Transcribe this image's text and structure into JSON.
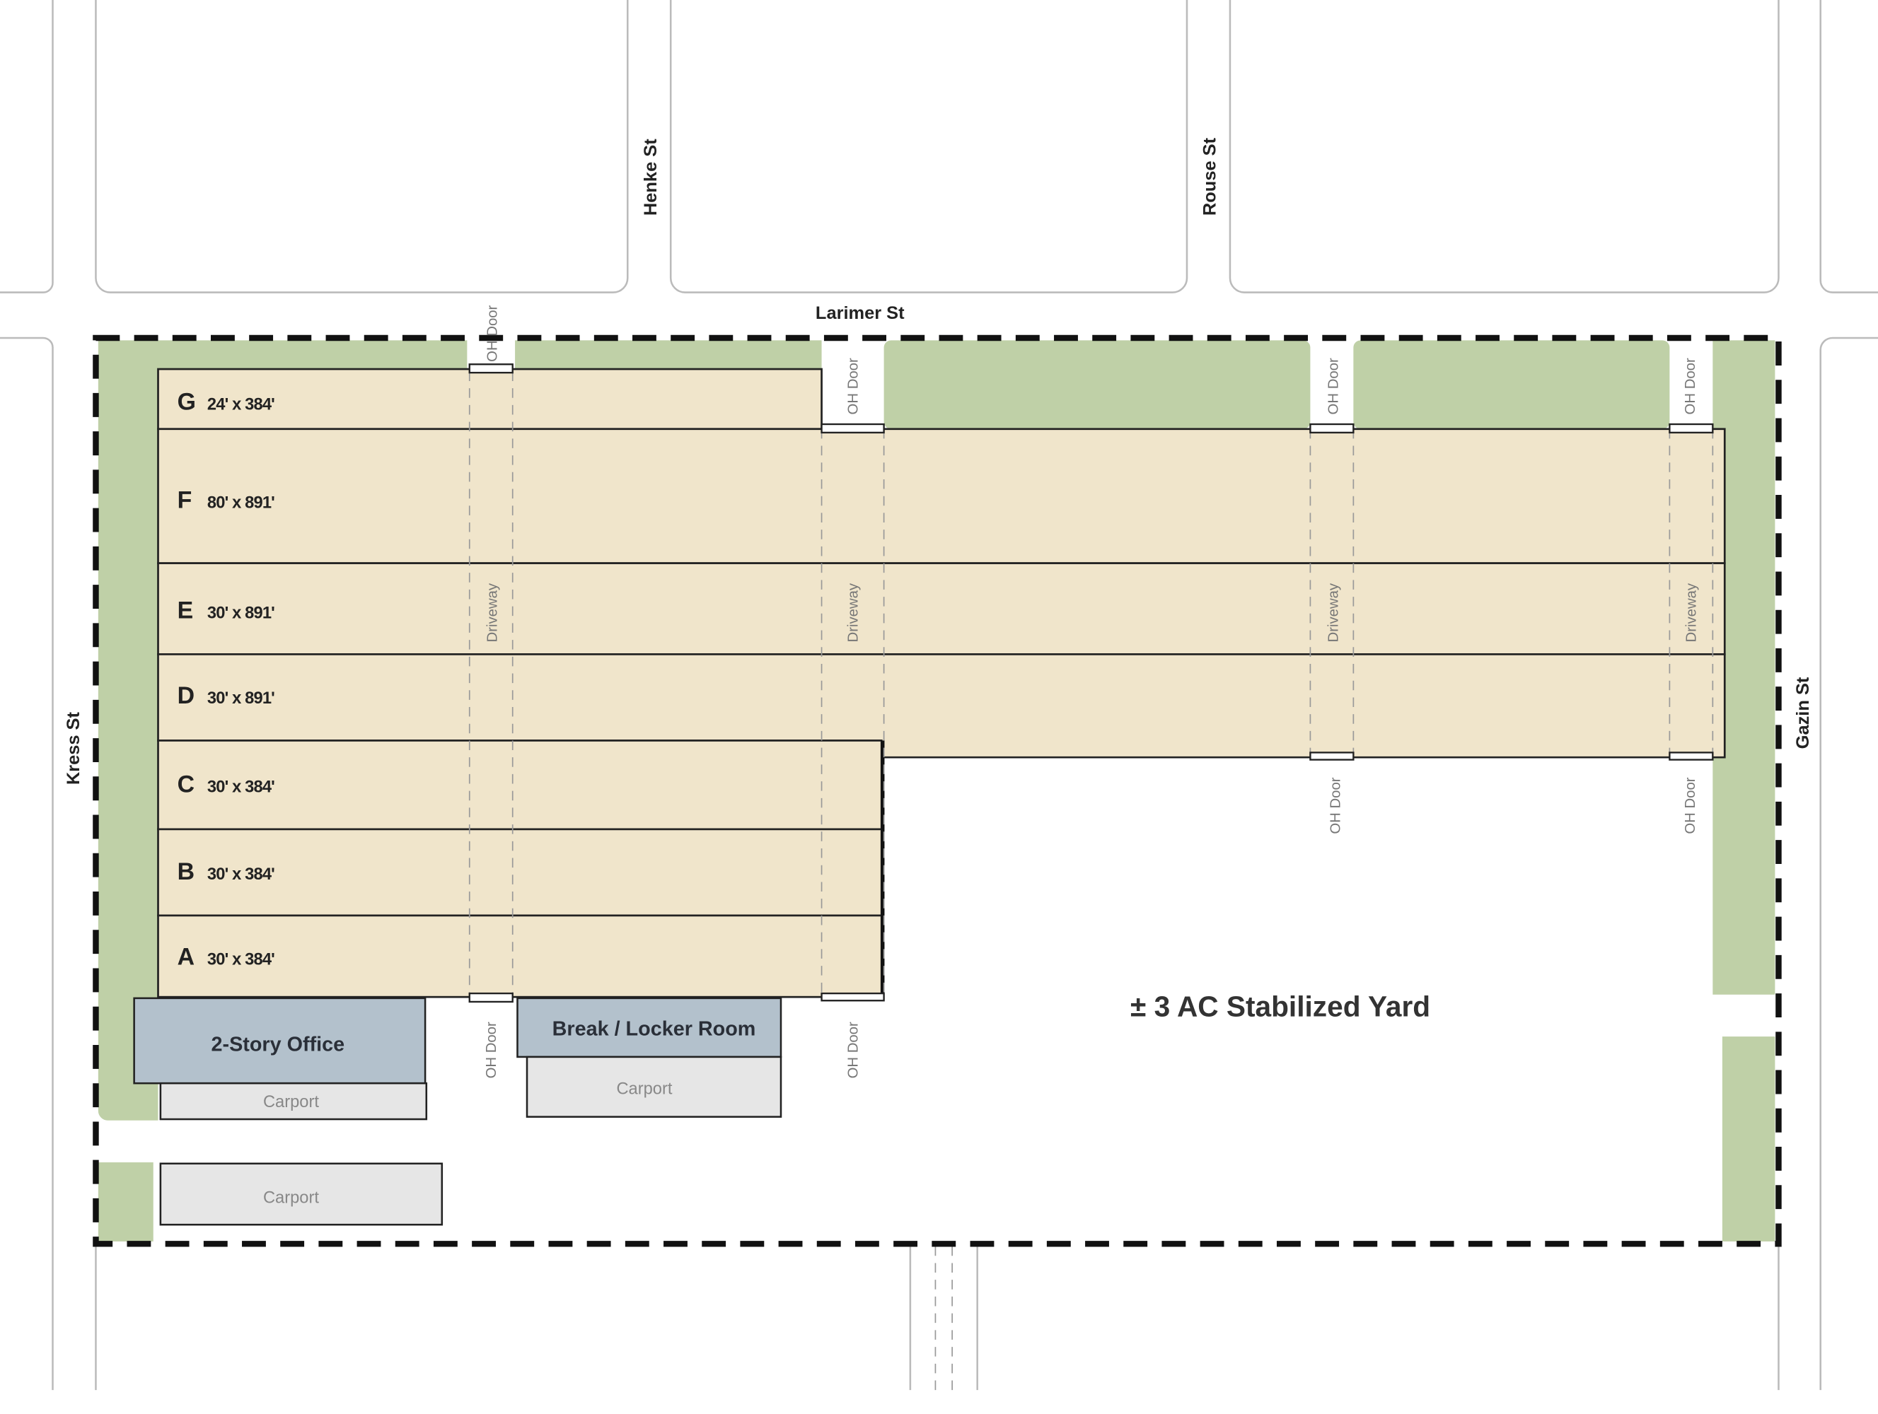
{
  "streets": {
    "henke": "Henke St",
    "rouse": "Rouse St",
    "larimer": "Larimer St",
    "kress": "Kress St",
    "gazin": "Gazin St"
  },
  "buildings": [
    {
      "letter": "G",
      "dims": "24' x 384'"
    },
    {
      "letter": "F",
      "dims": "80' x 891'"
    },
    {
      "letter": "E",
      "dims": "30' x 891'"
    },
    {
      "letter": "D",
      "dims": "30' x 891'"
    },
    {
      "letter": "C",
      "dims": "30' x 384'"
    },
    {
      "letter": "B",
      "dims": "30' x 384'"
    },
    {
      "letter": "A",
      "dims": "30' x 384'"
    }
  ],
  "labels": {
    "oh_door": "OH Door",
    "driveway": "Driveway",
    "office": "2-Story Office",
    "break_room": "Break / Locker Room",
    "carport": "Carport",
    "yard": "± 3 AC Stabilized Yard"
  },
  "colors": {
    "building": "#f0e5cb",
    "landscape": "#bfd0a7",
    "office": "#b3c1cc",
    "carport": "#e6e6e6"
  }
}
